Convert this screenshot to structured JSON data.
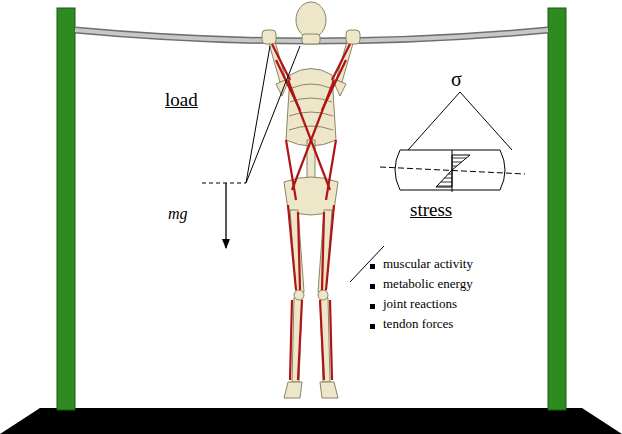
{
  "diagram": {
    "labels": [
      "load",
      "mg",
      "σ",
      "stress",
      "muscular activity",
      "metabolic energy",
      "joint reactions",
      "tendon forces"
    ]
  }
}
